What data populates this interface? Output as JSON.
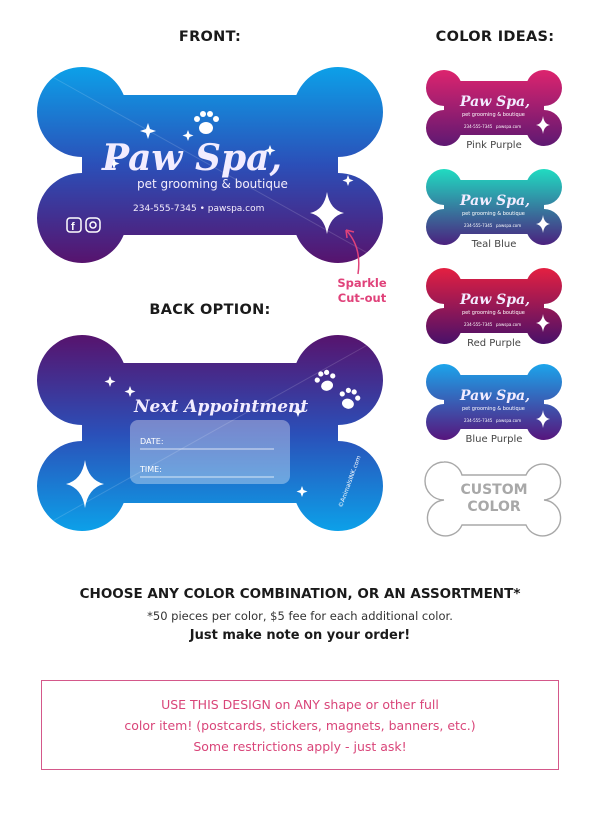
{
  "headings": {
    "front": "FRONT:",
    "color_ideas": "COLOR IDEAS:",
    "back_option": "BACK OPTION:"
  },
  "card": {
    "brand": "Paw Spa,",
    "tagline": "pet grooming & boutique",
    "contact": "234-555-7345 • pawspa.com",
    "contact_small": "234-555-7345",
    "site_small": "pawspa.com"
  },
  "callout": {
    "line1": "Sparkle",
    "line2": "Cut-out"
  },
  "back": {
    "title": "Next Appointment",
    "date_label": "DATE:",
    "time_label": "TIME:",
    "credit": "©AnimalsINK.com"
  },
  "watermark": "©AnimalsINK.com",
  "color_ideas": [
    {
      "name": "Pink Purple",
      "top": "#e0246e",
      "bottom": "#5b1872"
    },
    {
      "name": "Teal Blue",
      "top": "#1fe0c3",
      "bottom": "#4c1c7d"
    },
    {
      "name": "Red Purple",
      "top": "#e82040",
      "bottom": "#45106a"
    },
    {
      "name": "Blue Purple",
      "top": "#1aa8ee",
      "bottom": "#58127a"
    }
  ],
  "custom": {
    "line1": "CUSTOM",
    "line2": "COLOR"
  },
  "offer": {
    "headline": "CHOOSE ANY COLOR COMBINATION, OR AN ASSORTMENT*",
    "footnote": "*50 pieces per color, $5 fee for each additional color.",
    "note": "Just make note on your order!"
  },
  "box": {
    "line1": "USE THIS DESIGN on ANY shape or other full",
    "line2": "color item! (postcards, stickers, magnets, banners, etc.)",
    "line3": "Some restrictions apply - just ask!"
  },
  "colors": {
    "front_top": "#0aa6ec",
    "front_bottom": "#5a0f68",
    "back_top": "#5a0f68",
    "back_bottom": "#0aa6ec",
    "accent_pink": "#e0427a"
  }
}
